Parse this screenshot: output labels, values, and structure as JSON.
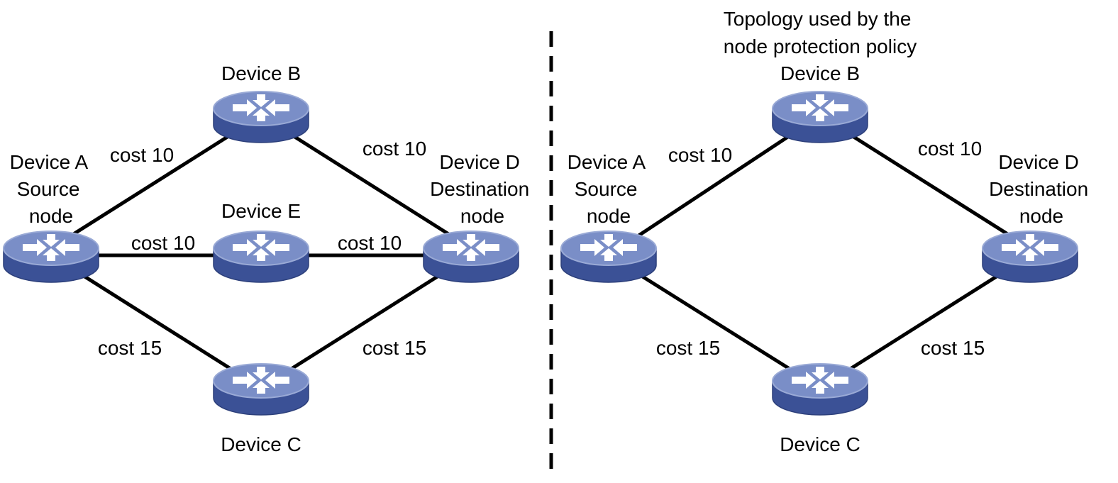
{
  "colors": {
    "router_top": "#7a8ec7",
    "router_side": "#3b5196",
    "router_edge": "#2c3f7a",
    "line": "#000000"
  },
  "left_topology": {
    "device_a": {
      "line1": "Device A",
      "line2": "Source",
      "line3": "node"
    },
    "device_b": "Device B",
    "device_c": "Device C",
    "device_d": {
      "line1": "Device D",
      "line2": "Destination",
      "line3": "node"
    },
    "device_e": "Device E",
    "costs": {
      "a_b": "cost 10",
      "b_d": "cost 10",
      "a_e": "cost 10",
      "e_d": "cost 10",
      "a_c": "cost 15",
      "c_d": "cost 15"
    }
  },
  "right_topology": {
    "title_line1": "Topology used by the",
    "title_line2": "node protection policy",
    "device_a": {
      "line1": "Device A",
      "line2": "Source",
      "line3": "node"
    },
    "device_b": "Device B",
    "device_c": "Device C",
    "device_d": {
      "line1": "Device D",
      "line2": "Destination",
      "line3": "node"
    },
    "costs": {
      "a_b": "cost 10",
      "b_d": "cost 10",
      "a_c": "cost 15",
      "c_d": "cost 15"
    }
  }
}
